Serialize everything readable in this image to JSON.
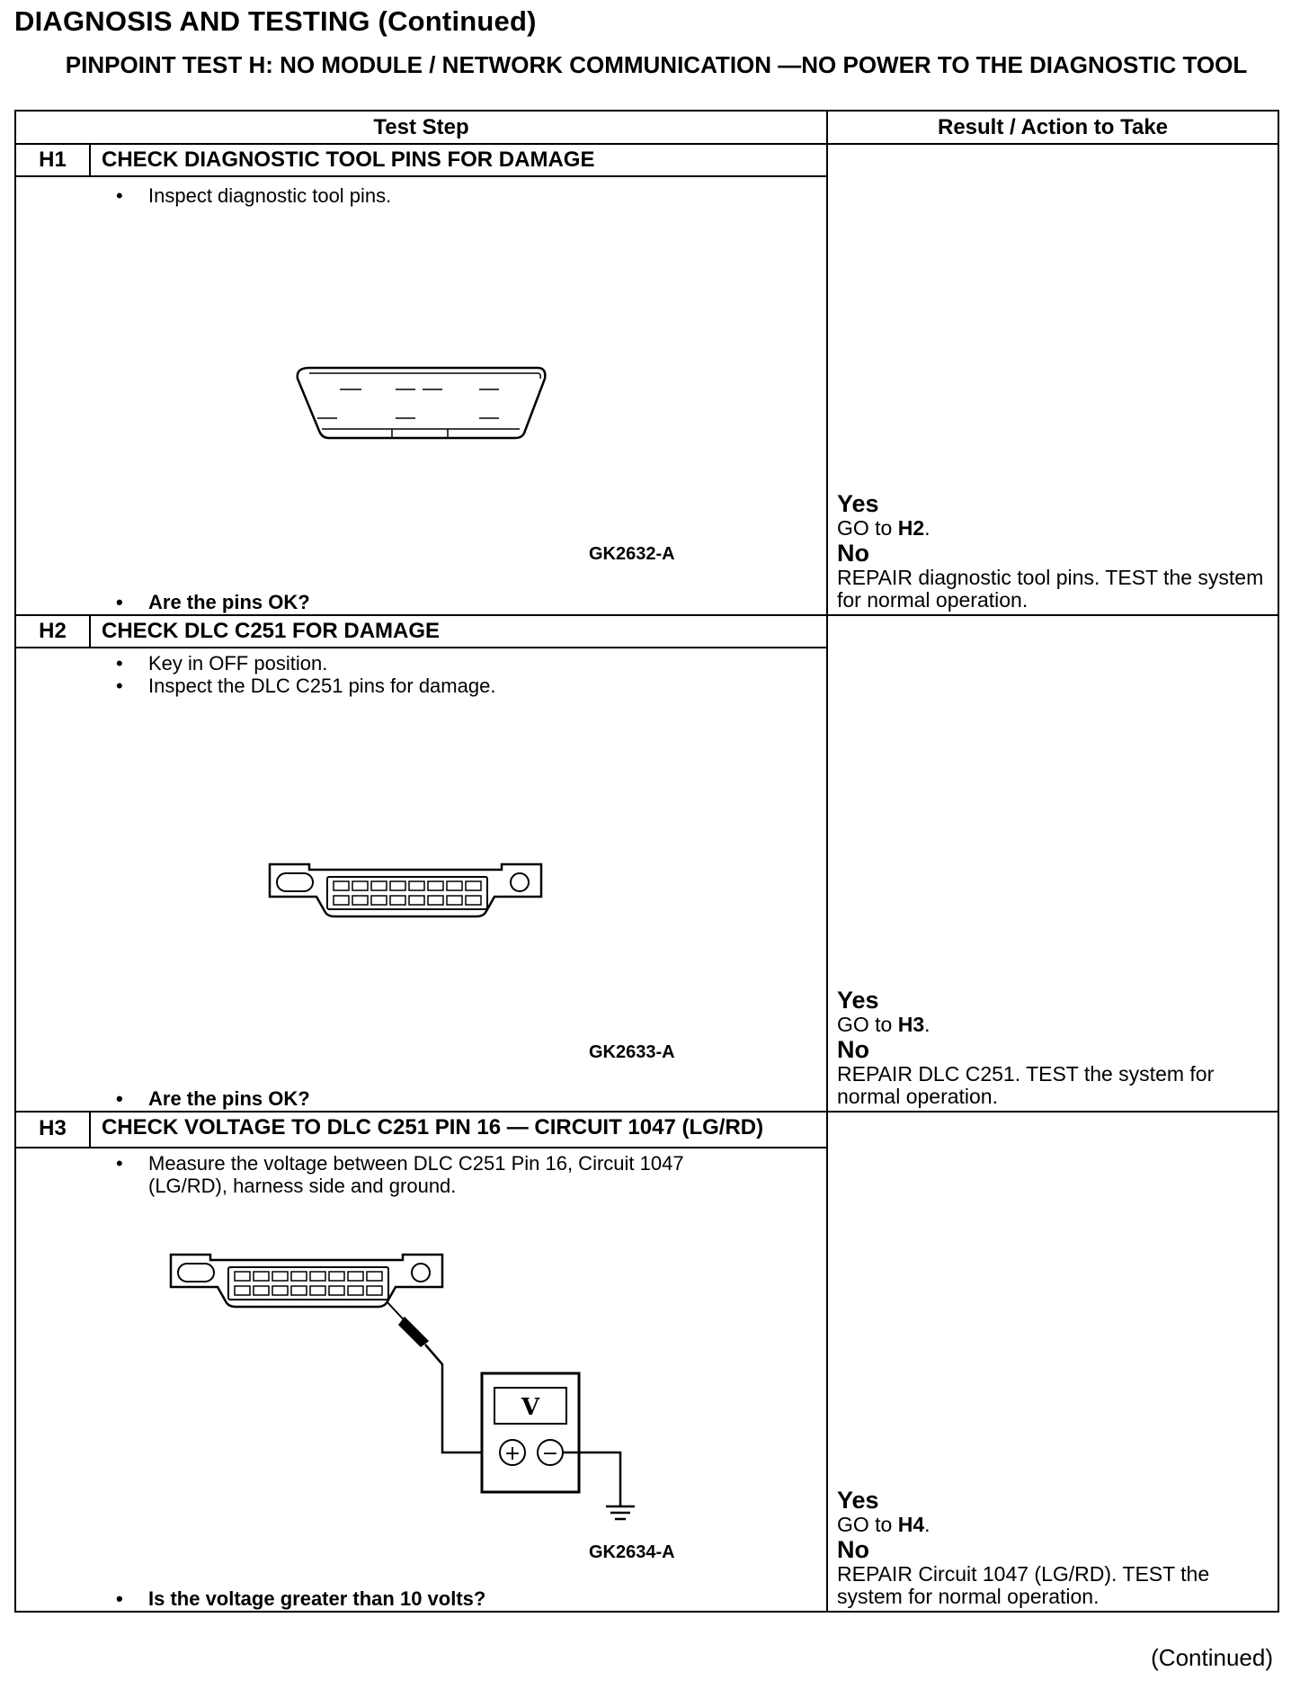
{
  "header": {
    "title": "DIAGNOSIS AND TESTING (Continued)",
    "subtitle": "PINPOINT TEST H: NO MODULE / NETWORK COMMUNICATION —NO POWER TO THE DIAGNOSTIC TOOL"
  },
  "table": {
    "col_step": "Test Step",
    "col_result": "Result / Action to Take"
  },
  "steps": [
    {
      "id": "H1",
      "title": "CHECK DIAGNOSTIC TOOL PINS FOR DAMAGE",
      "bullets": [
        "Inspect diagnostic tool pins."
      ],
      "figure": "GK2632-A",
      "question": "Are the pins OK?",
      "yes_label": "Yes",
      "yes_text_prefix": "GO to ",
      "yes_target": "H2",
      "yes_text_suffix": ".",
      "no_label": "No",
      "no_text": "REPAIR diagnostic tool pins. TEST the system for normal operation."
    },
    {
      "id": "H2",
      "title": "CHECK DLC C251 FOR DAMAGE",
      "bullets": [
        "Key in OFF position.",
        "Inspect the DLC C251 pins for damage."
      ],
      "figure": "GK2633-A",
      "question": "Are the pins OK?",
      "yes_label": "Yes",
      "yes_text_prefix": "GO to ",
      "yes_target": "H3",
      "yes_text_suffix": ".",
      "no_label": "No",
      "no_text": "REPAIR DLC C251. TEST the system for normal operation."
    },
    {
      "id": "H3",
      "title": "CHECK VOLTAGE TO DLC C251 PIN 16 — CIRCUIT 1047 (LG/RD)",
      "bullets": [
        "Measure the voltage between DLC C251 Pin 16, Circuit 1047",
        "(LG/RD), harness side and ground."
      ],
      "figure": "GK2634-A",
      "meter_label": "V",
      "meter_plus": "+",
      "meter_minus": "−",
      "question": "Is the voltage greater than 10 volts?",
      "yes_label": "Yes",
      "yes_text_prefix": "GO to ",
      "yes_target": "H4",
      "yes_text_suffix": ".",
      "no_label": "No",
      "no_text": "REPAIR Circuit 1047 (LG/RD). TEST the system for normal operation."
    }
  ],
  "footer": {
    "continued": "(Continued)"
  },
  "bullet_char": "•"
}
